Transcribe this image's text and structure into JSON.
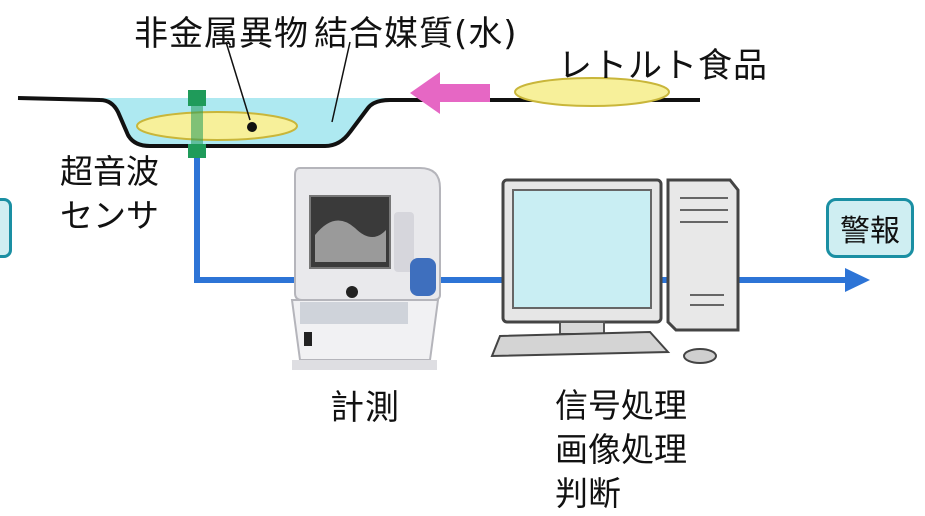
{
  "labels": {
    "foreign_object": "非金属異物",
    "medium": "結合媒質(水)",
    "retort_food": "レトルト食品",
    "sensor_line1": "超音波",
    "sensor_line2": "センサ",
    "measurement": "計測",
    "processing_line1": "信号処理",
    "processing_line2": "画像処理",
    "processing_line3": "判断",
    "alarm": "警報"
  },
  "colors": {
    "water": "#aee9f1",
    "food": "#f7f09a",
    "food_outline": "#c9b63a",
    "flow_arrow": "#e667c4",
    "signal_line": "#2d74d6",
    "sensor": "#1f9b5a",
    "alarm_fill": "#cfeef2",
    "alarm_border": "#1a8fa3"
  },
  "icons": {
    "measurement_device": "ultrasonic-measurement-device-icon",
    "computer": "desktop-computer-icon"
  }
}
